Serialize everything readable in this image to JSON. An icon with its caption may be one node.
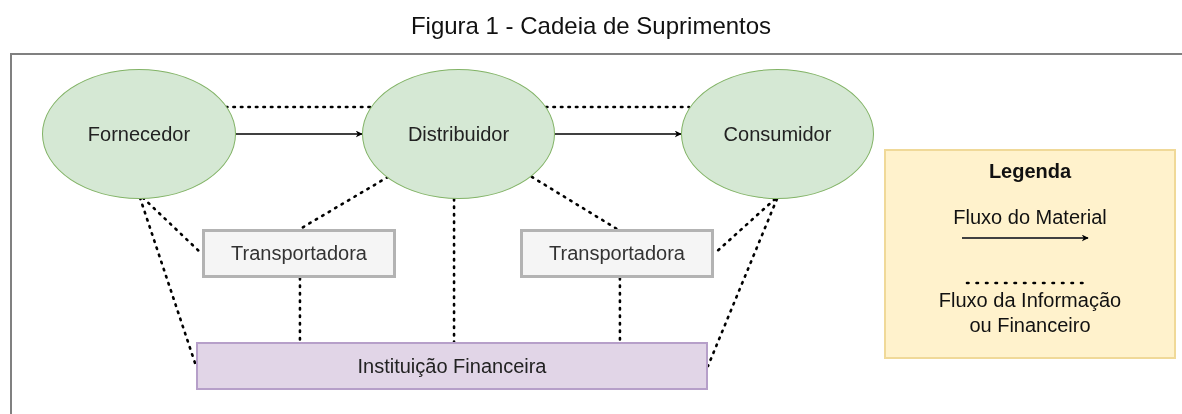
{
  "diagram": {
    "title": "Figura 1 - Cadeia de Suprimentos",
    "nodes": [
      {
        "text": [
          "Fornecedor"
        ]
      },
      {
        "text": [
          "Distribuidor"
        ]
      },
      {
        "text": [
          "Consumidor"
        ]
      },
      {
        "text": [
          "Transportadora"
        ]
      },
      {
        "text": [
          "Transportadora"
        ]
      },
      {
        "text": [
          "Instituição Financeira"
        ]
      }
    ],
    "edges": [
      {
        "from": 0,
        "to": 1,
        "arrow": "to"
      },
      {
        "from": 1,
        "to": 2,
        "arrow": "to"
      },
      {
        "from": 0,
        "to": 1,
        "arrow": "none",
        "style": "dashed"
      },
      {
        "from": 1,
        "to": 2,
        "arrow": "none",
        "style": "dashed"
      },
      {
        "from": 0,
        "to": 3,
        "arrow": "none",
        "style": "dashed"
      },
      {
        "from": 0,
        "to": 5,
        "arrow": "none",
        "style": "dashed"
      },
      {
        "from": 1,
        "to": 3,
        "arrow": "none",
        "style": "dashed"
      },
      {
        "from": 1,
        "to": 5,
        "arrow": "none",
        "style": "dashed"
      },
      {
        "from": 1,
        "to": 4,
        "arrow": "none",
        "style": "dashed"
      },
      {
        "from": 3,
        "to": 5,
        "arrow": "none",
        "style": "dashed"
      },
      {
        "from": 4,
        "to": 5,
        "arrow": "none",
        "style": "dashed"
      },
      {
        "from": 2,
        "to": 4,
        "arrow": "none",
        "style": "dashed"
      },
      {
        "from": 2,
        "to": 5,
        "arrow": "none",
        "style": "dashed"
      }
    ],
    "labels": [
      "Legenda"
    ],
    "legend": [
      {
        "text": "Fluxo do Material"
      },
      {
        "text": "Fluxo da Informação ou Financeiro"
      }
    ]
  }
}
